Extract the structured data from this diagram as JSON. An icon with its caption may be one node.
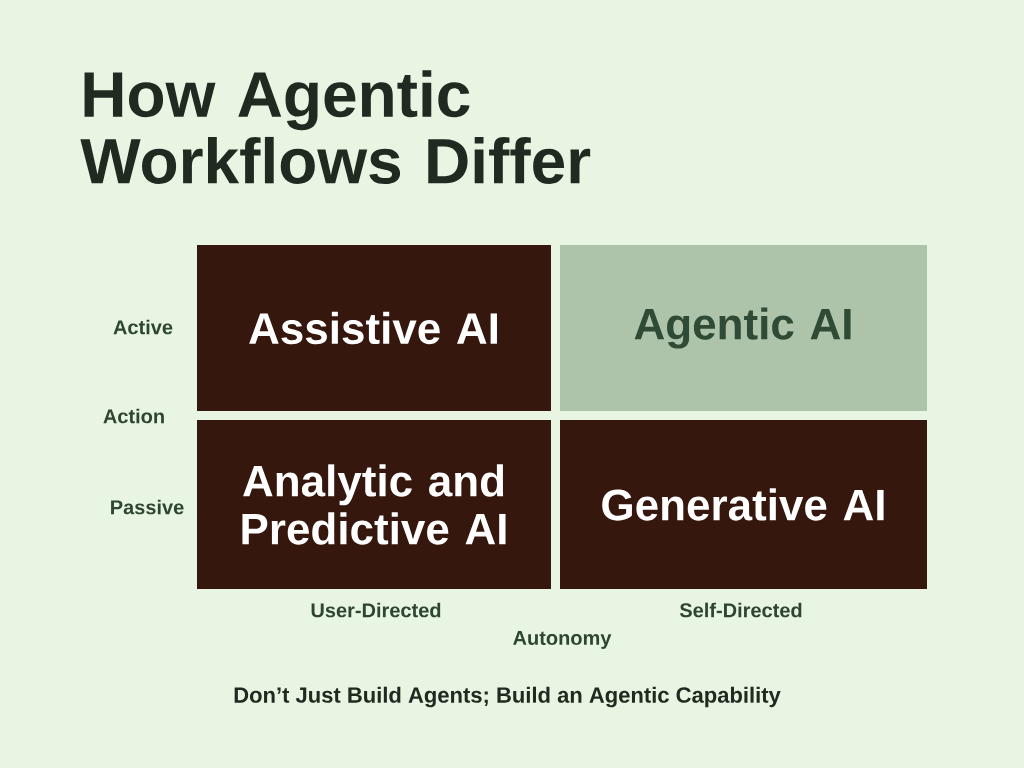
{
  "diagram": {
    "title": "How Agentic Workflows Differ",
    "caption": "Don’t Just Build Agents; Build an Agentic Capability",
    "nodes": [
      {
        "text": [
          "Assistive AI"
        ]
      },
      {
        "text": [
          "Agentic AI"
        ]
      },
      {
        "text": [
          "Analytic and Predictive AI"
        ]
      },
      {
        "text": [
          "Generative AI"
        ]
      }
    ],
    "labels": [
      "Active",
      "Action",
      "Passive",
      "User-Directed",
      "Self-Directed",
      "Autonomy"
    ]
  }
}
